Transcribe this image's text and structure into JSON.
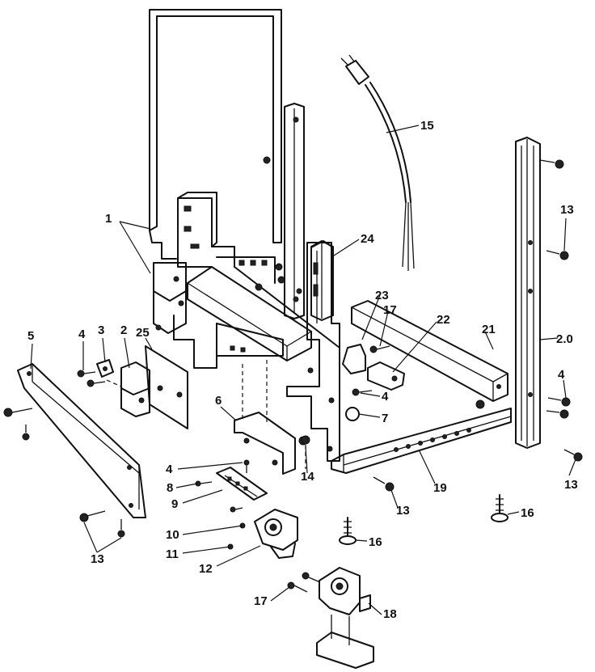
{
  "diagram": {
    "callouts": [
      {
        "id": "c1",
        "label": "1"
      },
      {
        "id": "c2",
        "label": "2"
      },
      {
        "id": "c3",
        "label": "3"
      },
      {
        "id": "c4a",
        "label": "4"
      },
      {
        "id": "c4b",
        "label": "4"
      },
      {
        "id": "c4c",
        "label": "4"
      },
      {
        "id": "c4d",
        "label": "4"
      },
      {
        "id": "c5",
        "label": "5"
      },
      {
        "id": "c6",
        "label": "6"
      },
      {
        "id": "c7",
        "label": "7"
      },
      {
        "id": "c8",
        "label": "8"
      },
      {
        "id": "c9",
        "label": "9"
      },
      {
        "id": "c10",
        "label": "10"
      },
      {
        "id": "c11",
        "label": "11"
      },
      {
        "id": "c12",
        "label": "12"
      },
      {
        "id": "c13a",
        "label": "13"
      },
      {
        "id": "c13b",
        "label": "13"
      },
      {
        "id": "c13c",
        "label": "13"
      },
      {
        "id": "c13d",
        "label": "13"
      },
      {
        "id": "c14",
        "label": "14"
      },
      {
        "id": "c15",
        "label": "15"
      },
      {
        "id": "c16a",
        "label": "16"
      },
      {
        "id": "c16b",
        "label": "16"
      },
      {
        "id": "c17a",
        "label": "17"
      },
      {
        "id": "c17b",
        "label": "17"
      },
      {
        "id": "c18",
        "label": "18"
      },
      {
        "id": "c19",
        "label": "19"
      },
      {
        "id": "c20",
        "label": "2.0"
      },
      {
        "id": "c21",
        "label": "21"
      },
      {
        "id": "c22",
        "label": "22"
      },
      {
        "id": "c23",
        "label": "23"
      },
      {
        "id": "c24",
        "label": "24"
      },
      {
        "id": "c25",
        "label": "25"
      }
    ]
  }
}
